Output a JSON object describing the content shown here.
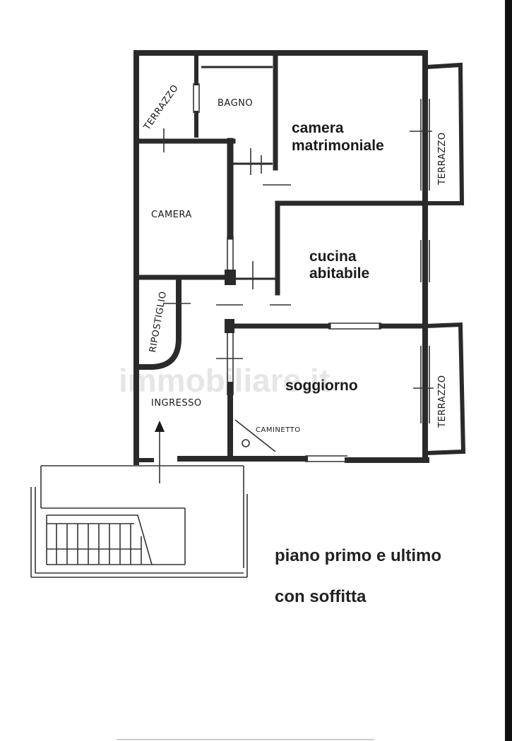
{
  "watermark": "immobiliare.it",
  "rooms": {
    "terrazzo_top_left": "TERRAZZO",
    "bagno": "BAGNO",
    "camera_matrimoniale_line1": "camera",
    "camera_matrimoniale_line2": "matrimoniale",
    "terrazzo_right_top": "TERRAZZO",
    "camera": "CAMERA",
    "cucina_line1": "cucina",
    "cucina_line2": "abitabile",
    "ripostiglio": "RIPOSTIGLIO",
    "soggiorno": "soggiorno",
    "terrazzo_right_bottom": "TERRAZZO",
    "ingresso": "INGRESSO",
    "caminetto": "CAMINETTO"
  },
  "caption": {
    "line1": "piano primo e ultimo",
    "line2": "con soffitta"
  }
}
